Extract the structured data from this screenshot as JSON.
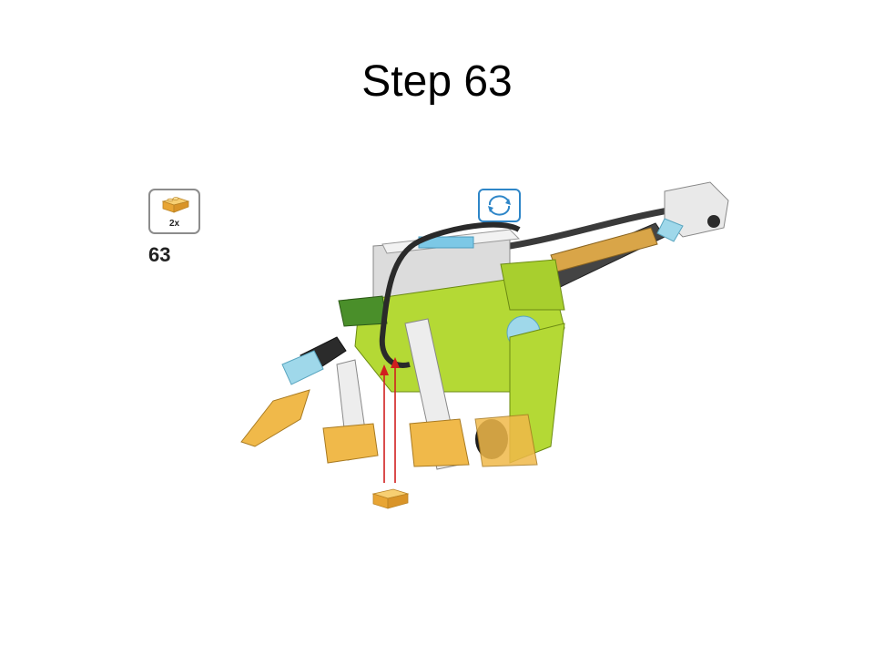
{
  "slide": {
    "title": "Step 63"
  },
  "instruction": {
    "step_number": "63",
    "part_quantity": "2x",
    "part_icon": "yellow-slope-brick-icon",
    "rotate_icon": "rotate-model-icon",
    "colors": {
      "accent_blue": "#2e86c8",
      "brick_yellow": "#f0b94a",
      "brick_lime": "#a8cf2e",
      "brick_dark_green": "#4a8f2a",
      "brick_light_gray": "#d6d6d6",
      "brick_black": "#2b2b2b",
      "brick_trans_blue": "#9fd8ea",
      "arrow_red": "#d11f1f"
    }
  }
}
